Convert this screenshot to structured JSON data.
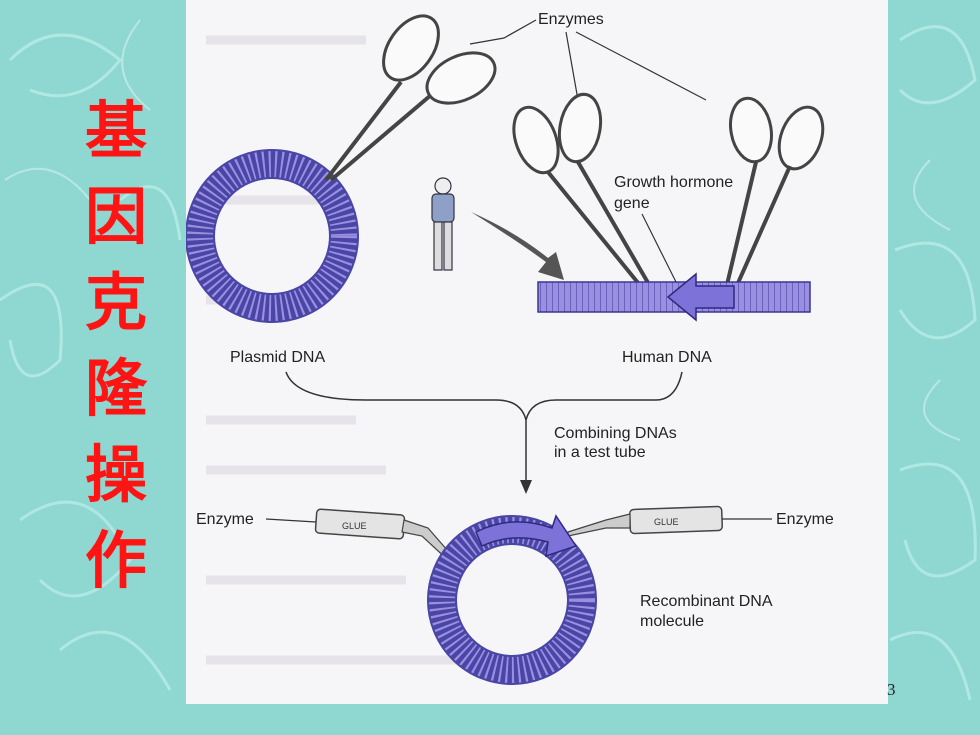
{
  "slide": {
    "title_chars": [
      "基",
      "因",
      "克",
      "隆",
      "操",
      "作"
    ],
    "page_number": "3"
  },
  "diagram": {
    "labels": {
      "enzymes": "Enzymes",
      "growth_hormone_gene_1": "Growth hormone",
      "growth_hormone_gene_2": "gene",
      "plasmid_dna": "Plasmid DNA",
      "human_dna": "Human DNA",
      "combining_1": "Combining DNAs",
      "combining_2": "in a test tube",
      "enzyme_left": "Enzyme",
      "enzyme_right": "Enzyme",
      "glue_left": "GLUE",
      "glue_right": "GLUE",
      "recombinant_1": "Recombinant DNA",
      "recombinant_2": "molecule"
    },
    "colors": {
      "dna": "#9a8fe0",
      "dna_dark": "#4a46a6",
      "arrow": "#555"
    }
  }
}
